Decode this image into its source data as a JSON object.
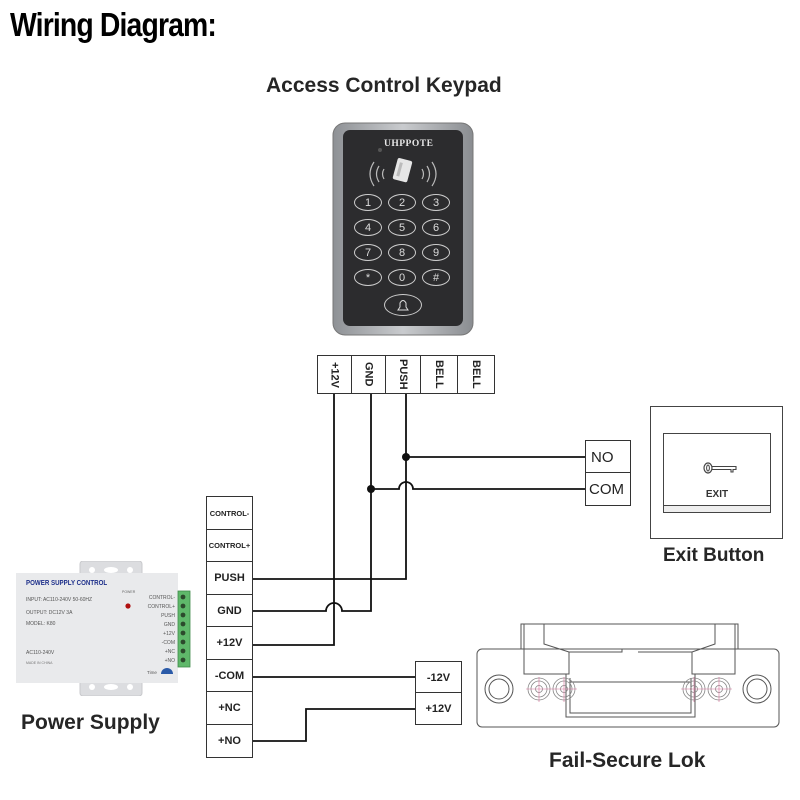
{
  "title": "Wiring Diagram:",
  "keypad": {
    "caption": "Access Control Keypad",
    "brand": "UHPPOTE",
    "keys": [
      "1",
      "2",
      "3",
      "4",
      "5",
      "6",
      "7",
      "8",
      "9",
      "*",
      "0",
      "#"
    ],
    "bell_icon": "bell-icon",
    "terminals": [
      "+12V",
      "GND",
      "PUSH",
      "BELL",
      "BELL"
    ]
  },
  "exit_button": {
    "caption": "Exit Button",
    "label": "EXIT",
    "icon": "key-icon",
    "terminals": [
      "NO",
      "COM"
    ]
  },
  "power_supply": {
    "caption": "Power Supply",
    "device": {
      "heading": "POWER SUPPLY CONTROL",
      "input": "INPUT: AC110-240V 50-60HZ",
      "output": "OUTPUT: DC12V 3A",
      "model": "MODEL: K80",
      "ac": "AC110-240V",
      "made": "MADE IN CHINA",
      "power_led": "POWER",
      "time": "Time",
      "terminal_labels": [
        "CONTROL-",
        "CONTROL+",
        "PUSH",
        "GND",
        "+12V",
        "-COM",
        "+NC",
        "+NO"
      ]
    },
    "terminals": [
      "CONTROL-",
      "CONTROL+",
      "PUSH",
      "GND",
      "+12V",
      "-COM",
      "+NC",
      "+NO"
    ]
  },
  "lock": {
    "caption": "Fail-Secure Lok",
    "terminals": [
      "-12V",
      "+12V"
    ]
  },
  "colors": {
    "wire": "#111111",
    "terminal_green": "#5fb86a",
    "keypad_face": "#2c2c2e",
    "keypad_frame": "#a9acb0",
    "heading_blue": "#1d2f8a",
    "led_red": "#b01010",
    "crosshair": "#d8709a"
  }
}
